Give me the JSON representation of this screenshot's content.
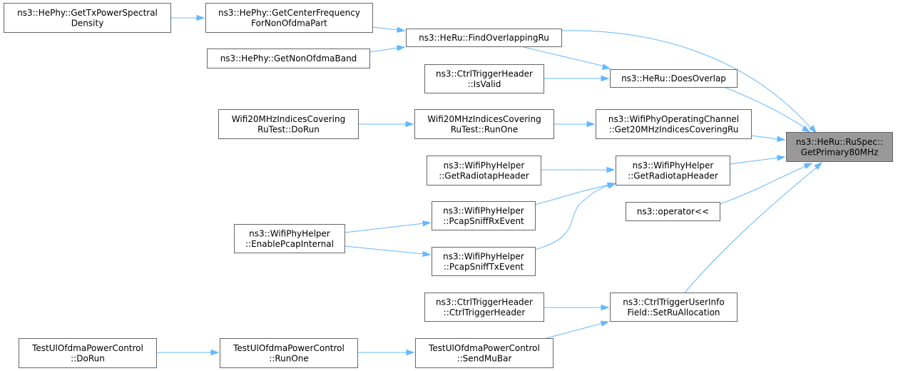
{
  "diagram": {
    "target": "n_target",
    "nodes": [
      {
        "id": "n_target",
        "lines": [
          "ns3::HeRu::RuSpec::",
          "GetPrimary80MHz"
        ]
      },
      {
        "id": "n_overlap_ru",
        "lines": [
          "ns3::HeRu::FindOverlappingRu"
        ]
      },
      {
        "id": "n_does_overlap",
        "lines": [
          "ns3::HeRu::DoesOverlap"
        ]
      },
      {
        "id": "n_center_freq",
        "lines": [
          "ns3::HePhy::GetCenterFrequency",
          "ForNonOfdmaPart"
        ]
      },
      {
        "id": "n_nonofdma_band",
        "lines": [
          "ns3::HePhy::GetNonOfdmaBand"
        ]
      },
      {
        "id": "n_txpower",
        "lines": [
          "ns3::HePhy::GetTxPowerSpectral",
          "Density"
        ]
      },
      {
        "id": "n_isvalid",
        "lines": [
          "ns3::CtrlTriggerHeader",
          "::IsValid"
        ]
      },
      {
        "id": "n_get20mhz",
        "lines": [
          "ns3::WifiPhyOperatingChannel",
          "::Get20MHzIndicesCoveringRu"
        ]
      },
      {
        "id": "n_runone20",
        "lines": [
          "Wifi20MHzIndicesCovering",
          "RuTest::RunOne"
        ]
      },
      {
        "id": "n_dorun20",
        "lines": [
          "Wifi20MHzIndicesCovering",
          "RuTest::DoRun"
        ]
      },
      {
        "id": "n_radiotap_mid",
        "lines": [
          "ns3::WifiPhyHelper",
          "::GetRadiotapHeader"
        ]
      },
      {
        "id": "n_radiotap_left",
        "lines": [
          "ns3::WifiPhyHelper",
          "::GetRadiotapHeader"
        ]
      },
      {
        "id": "n_sniff_rx",
        "lines": [
          "ns3::WifiPhyHelper",
          "::PcapSniffRxEvent"
        ]
      },
      {
        "id": "n_sniff_tx",
        "lines": [
          "ns3::WifiPhyHelper",
          "::PcapSniffTxEvent"
        ]
      },
      {
        "id": "n_enable_pcap",
        "lines": [
          "ns3::WifiPhyHelper",
          "::EnablePcapInternal"
        ]
      },
      {
        "id": "n_operator",
        "lines": [
          "ns3::operator<<"
        ]
      },
      {
        "id": "n_set_ru_alloc",
        "lines": [
          "ns3::CtrlTriggerUserInfo",
          "Field::SetRuAllocation"
        ]
      },
      {
        "id": "n_ctrl_header",
        "lines": [
          "ns3::CtrlTriggerHeader",
          "::CtrlTriggerHeader"
        ]
      },
      {
        "id": "n_send_mubar",
        "lines": [
          "TestUlOfdmaPowerControl",
          "::SendMuBar"
        ]
      },
      {
        "id": "n_runone_ul",
        "lines": [
          "TestUlOfdmaPowerControl",
          "::RunOne"
        ]
      },
      {
        "id": "n_dorun_ul",
        "lines": [
          "TestUlOfdmaPowerControl",
          "::DoRun"
        ]
      }
    ],
    "edges": [
      {
        "from": "n_overlap_ru",
        "to": "n_target"
      },
      {
        "from": "n_does_overlap",
        "to": "n_target"
      },
      {
        "from": "n_get20mhz",
        "to": "n_target"
      },
      {
        "from": "n_radiotap_mid",
        "to": "n_target"
      },
      {
        "from": "n_operator",
        "to": "n_target"
      },
      {
        "from": "n_set_ru_alloc",
        "to": "n_target"
      },
      {
        "from": "n_center_freq",
        "to": "n_overlap_ru"
      },
      {
        "from": "n_nonofdma_band",
        "to": "n_overlap_ru"
      },
      {
        "from": "n_overlap_ru",
        "to": "n_does_overlap"
      },
      {
        "from": "n_txpower",
        "to": "n_center_freq"
      },
      {
        "from": "n_isvalid",
        "to": "n_does_overlap"
      },
      {
        "from": "n_runone20",
        "to": "n_get20mhz"
      },
      {
        "from": "n_dorun20",
        "to": "n_runone20"
      },
      {
        "from": "n_radiotap_left",
        "to": "n_radiotap_mid"
      },
      {
        "from": "n_sniff_rx",
        "to": "n_radiotap_mid"
      },
      {
        "from": "n_sniff_tx",
        "to": "n_radiotap_mid"
      },
      {
        "from": "n_enable_pcap",
        "to": "n_sniff_rx"
      },
      {
        "from": "n_enable_pcap",
        "to": "n_sniff_tx"
      },
      {
        "from": "n_ctrl_header",
        "to": "n_set_ru_alloc"
      },
      {
        "from": "n_send_mubar",
        "to": "n_set_ru_alloc"
      },
      {
        "from": "n_runone_ul",
        "to": "n_send_mubar"
      },
      {
        "from": "n_dorun_ul",
        "to": "n_runone_ul"
      }
    ]
  }
}
